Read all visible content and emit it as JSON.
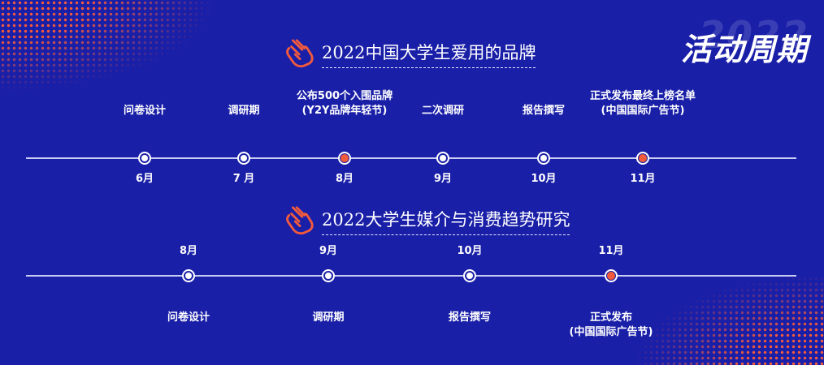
{
  "corner_title": "活动周期",
  "watermark": "2022",
  "colors": {
    "background": "#1a1fa8",
    "accent": "#f25a3c",
    "line": "#c9ccf2"
  },
  "section1": {
    "title": "2022中国大学生爱用的品牌",
    "icon": "finger-heart-icon",
    "items": [
      {
        "event": [
          "问卷设计"
        ],
        "month": "6月",
        "highlight": false
      },
      {
        "event": [
          "调研期"
        ],
        "month": "7 月",
        "highlight": false
      },
      {
        "event": [
          "公布500个入围品牌",
          "(Y2Y品牌年轻节)"
        ],
        "month": "8月",
        "highlight": true
      },
      {
        "event": [
          "二次调研"
        ],
        "month": "9月",
        "highlight": false
      },
      {
        "event": [
          "报告撰写"
        ],
        "month": "10月",
        "highlight": false
      },
      {
        "event": [
          "正式发布最终上榜名单",
          "(中国国际广告节)"
        ],
        "month": "11月",
        "highlight": true
      }
    ]
  },
  "section2": {
    "title": "2022大学生媒介与消费趋势研究",
    "icon": "finger-heart-icon",
    "items": [
      {
        "month": "8月",
        "event": [
          "问卷设计"
        ],
        "highlight": false
      },
      {
        "month": "9月",
        "event": [
          "调研期"
        ],
        "highlight": false
      },
      {
        "month": "10月",
        "event": [
          "报告撰写"
        ],
        "highlight": false
      },
      {
        "month": "11月",
        "event": [
          "正式发布",
          "(中国国际广告节)"
        ],
        "highlight": true
      }
    ]
  }
}
